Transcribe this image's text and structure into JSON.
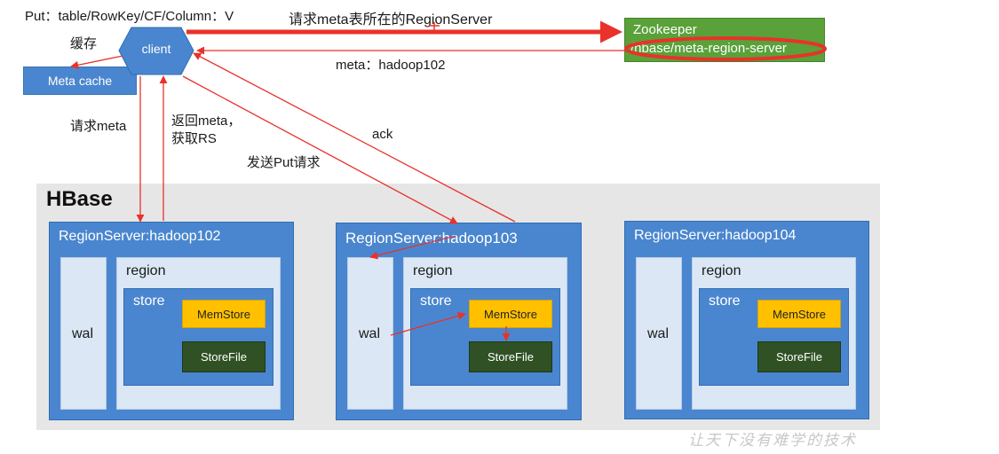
{
  "put_command": "Put：table/RowKey/CF/Column：V",
  "client": {
    "label": "client"
  },
  "cache_label": "缓存",
  "meta_cache": "Meta cache",
  "zookeeper": {
    "title": "Zookeeper",
    "path": "/hbase/meta-region-server"
  },
  "arrows": {
    "request_regionserver": "请求meta表所在的RegionServer",
    "meta_response": "meta：hadoop102",
    "request_meta": "请求meta",
    "return_meta": "返回meta，",
    "get_rs": "获取RS",
    "ack": "ack",
    "send_put": "发送Put请求"
  },
  "hbase": {
    "title": "HBase"
  },
  "region_servers": [
    {
      "title": "RegionServer:hadoop102",
      "wal": "wal",
      "region": "region",
      "store": "store",
      "memstore": "MemStore",
      "storefile": "StoreFile"
    },
    {
      "title": "RegionServer:hadoop103",
      "wal": "wal",
      "region": "region",
      "store": "store",
      "memstore": "MemStore",
      "storefile": "StoreFile"
    },
    {
      "title": "RegionServer:hadoop104",
      "wal": "wal",
      "region": "region",
      "store": "store",
      "memstore": "MemStore",
      "storefile": "StoreFile"
    }
  ],
  "watermark": "让天下没有难学的技术",
  "colors": {
    "arrow_red": "#e8322a",
    "hbase_bg": "#e6e6e6",
    "zookeeper_green": "#5aa13a",
    "blue": "#4a86cf",
    "memstore": "#ffc000",
    "storefile": "#2f5124"
  }
}
